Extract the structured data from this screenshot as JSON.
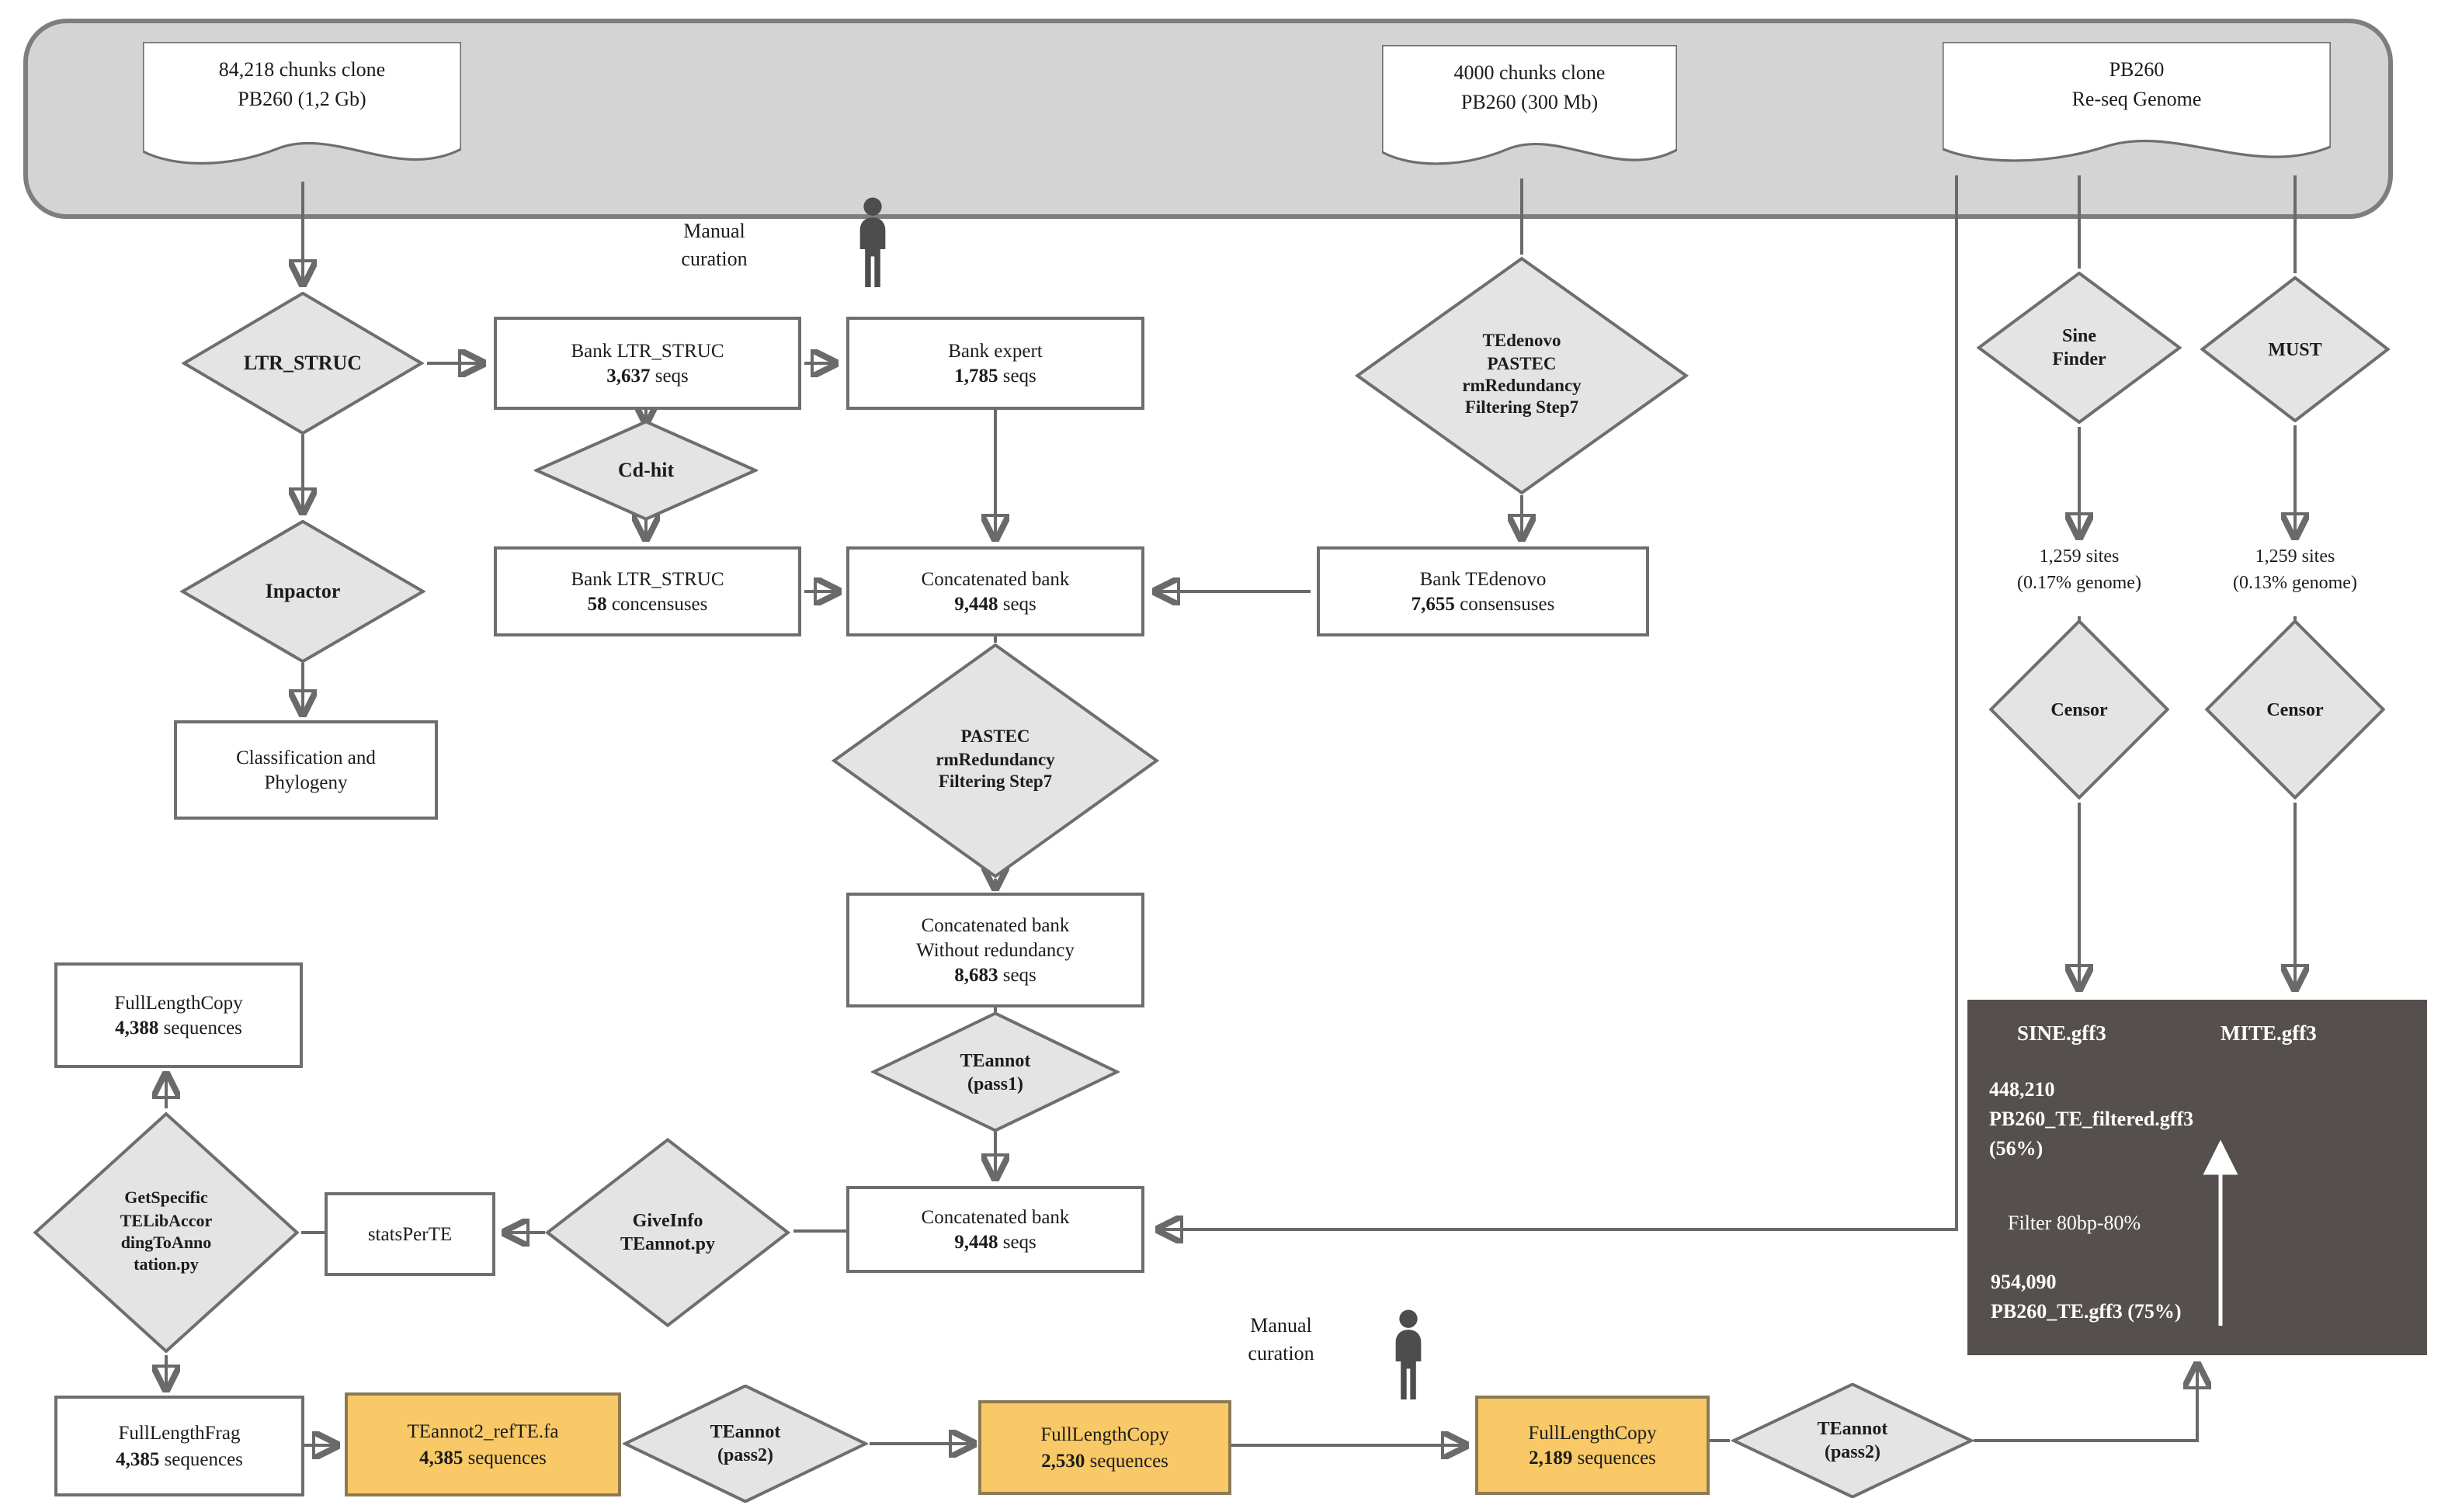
{
  "sources": {
    "doc1": {
      "line1": "84,218 chunks clone",
      "line2": "PB260 (1,2 Gb)"
    },
    "doc2": {
      "line1": "4000 chunks clone",
      "line2": "PB260 (300 Mb)"
    },
    "doc3": {
      "line1": "PB260",
      "line2": "Re-seq Genome"
    }
  },
  "annotations": {
    "manual_curation_1": {
      "line1": "Manual",
      "line2": "curation"
    },
    "manual_curation_2": {
      "line1": "Manual",
      "line2": "curation"
    },
    "sites_sine": {
      "line1": "1,259 sites",
      "line2": "(0.17% genome)"
    },
    "sites_mite": {
      "line1": "1,259 sites",
      "line2": "(0.13% genome)"
    }
  },
  "tools": {
    "ltr_struc": "LTR_STRUC",
    "inpactor": "Inpactor",
    "cdhit": "Cd-hit",
    "tedenovo": {
      "l1": "TEdenovo",
      "l2": "PASTEC",
      "l3": "rmRedundancy",
      "l4": "Filtering Step7"
    },
    "sine_finder": {
      "l1": "Sine",
      "l2": "Finder"
    },
    "must": "MUST",
    "pastec": {
      "l1": "PASTEC",
      "l2": "rmRedundancy",
      "l3": "Filtering Step7"
    },
    "teannot_pass1": {
      "l1": "TEannot",
      "l2": "(pass1)"
    },
    "giveinfo": {
      "l1": "GiveInfo",
      "l2": "TEannot.py"
    },
    "getspecific": {
      "l1": "GetSpecific",
      "l2": "TELibAccor",
      "l3": "dingToAnno",
      "l4": "tation.py"
    },
    "censor1": "Censor",
    "censor2": "Censor",
    "teannot_pass2a": {
      "l1": "TEannot",
      "l2": "(pass2)"
    },
    "teannot_pass2b": {
      "l1": "TEannot",
      "l2": "(pass2)"
    }
  },
  "banks": {
    "bank_ltr_struc": {
      "l1": "Bank LTR_STRUC",
      "num": "3,637",
      "rest": " seqs"
    },
    "bank_expert": {
      "l1": "Bank expert",
      "num": "1,785",
      "rest": " seqs"
    },
    "bank_ltr_58": {
      "l1": "Bank LTR_STRUC",
      "num": "58",
      "rest": " concensuses"
    },
    "concat1": {
      "l1": "Concatenated bank",
      "num": "9,448",
      "rest": " seqs"
    },
    "bank_tedenovo": {
      "l1": "Bank TEdenovo",
      "num": "7,655",
      "rest": " consensuses"
    },
    "classification": {
      "l1": "Classification and",
      "l2": "Phylogeny"
    },
    "concat_nr": {
      "l1": "Concatenated bank",
      "l2": "Without redundancy",
      "num": "8,683",
      "rest": " seqs"
    },
    "concat2": {
      "l1": "Concatenated bank",
      "num": "9,448",
      "rest": " seqs"
    },
    "flc_4388": {
      "l1": "FullLengthCopy",
      "num": "4,388",
      "rest": " sequences"
    },
    "statsperte": {
      "l1": "statsPerTE"
    },
    "flf_4385": {
      "l1": "FullLengthFrag",
      "num": "4,385",
      "rest": " sequences"
    },
    "teannot2_ref": {
      "l1": "TEannot2_refTE.fa",
      "num": "4,385",
      "rest": " sequences"
    },
    "flc_2530": {
      "l1": "FullLengthCopy",
      "num": "2,530",
      "rest": " sequences"
    },
    "flc_2189": {
      "l1": "FullLengthCopy",
      "num": "2,189",
      "rest": " sequences"
    }
  },
  "results": {
    "sine_gff": "SINE.gff3",
    "mite_gff": "MITE.gff3",
    "filtered": {
      "l1": "448,210",
      "l2": "PB260_TE_filtered.gff3",
      "l3": "(56%)"
    },
    "filter_label": "Filter 80bp-80%",
    "raw": {
      "l1": "954,090",
      "l2": "PB260_TE.gff3 (75%)"
    }
  },
  "colors": {
    "accent_orange": "#f8c966",
    "dark_panel": "#55504e",
    "shape_fill": "#e4e4e4",
    "container_fill": "#d4d4d4",
    "line": "#6a6a6a"
  }
}
